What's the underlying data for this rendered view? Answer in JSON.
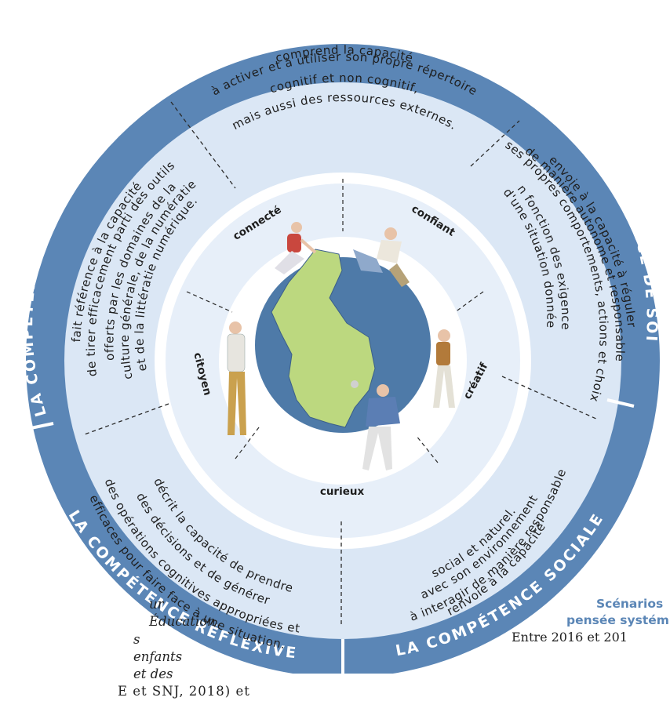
{
  "side_text": {
    "left_lines": [
      "ur Éducation",
      "s enfants et des",
      "E et SNJ, 2018) et"
    ],
    "right_lines": [
      "Scénarios",
      "pensée systém",
      "Entre 2016 et 201"
    ]
  },
  "ring": {
    "transformatrice": {
      "title": "LA COMPÉTENCE TRANSFORMATRICE",
      "lines": [
        "comprend la capacité",
        "à activer et à utiliser son propre répertoire",
        "cognitif et non cognitif,",
        "mais aussi des ressources externes."
      ]
    },
    "soi": {
      "title": "LA COMPÉTENCE DE SOI",
      "lines": [
        "envoie à la capacité à réguler",
        "de manière autonome et responsable",
        "ses propres comportements, actions et choix",
        "en fonction des exigences",
        "d'une situation donnée."
      ]
    },
    "sociale": {
      "title": "LA COMPÉTENCE SOCIALE",
      "lines": [
        "renvoie à la capacité",
        "à interagir de manière responsable",
        "avec son environnement",
        "social et naturel."
      ]
    },
    "reflexive": {
      "title": "LA COMPÉTENCE RÉFLEXIVE",
      "lines": [
        "décrit la capacité de prendre",
        "des décisions et de générer",
        "des opérations cognitives appropriées et",
        "efficaces pour faire face à une situation."
      ]
    },
    "multilitteratie": {
      "title": "LA COMPÉTENCE EN MULTILITTÉRATIE",
      "lines": [
        "fait référence à la capacité",
        "de tirer efficacement parti des outils",
        "offerts par les domaines de la",
        "culture générale, de la numératie",
        "et de la littératie numérique."
      ]
    }
  },
  "attributes": [
    {
      "key": "connecte",
      "label": "connecté"
    },
    {
      "key": "confiant",
      "label": "confiant"
    },
    {
      "key": "creatif",
      "label": "créatif"
    },
    {
      "key": "curieux",
      "label": "curieux"
    },
    {
      "key": "citoyen",
      "label": "citoyen"
    }
  ],
  "colors": {
    "outer_ring": "#5b86b6",
    "text_band": "#dbe7f5",
    "inner_band": "#e7eff9",
    "globe": "#4e7aa8",
    "country": "#bcd87f",
    "skin": "#e8c3a8",
    "dark_text": "#1e1e1e"
  }
}
